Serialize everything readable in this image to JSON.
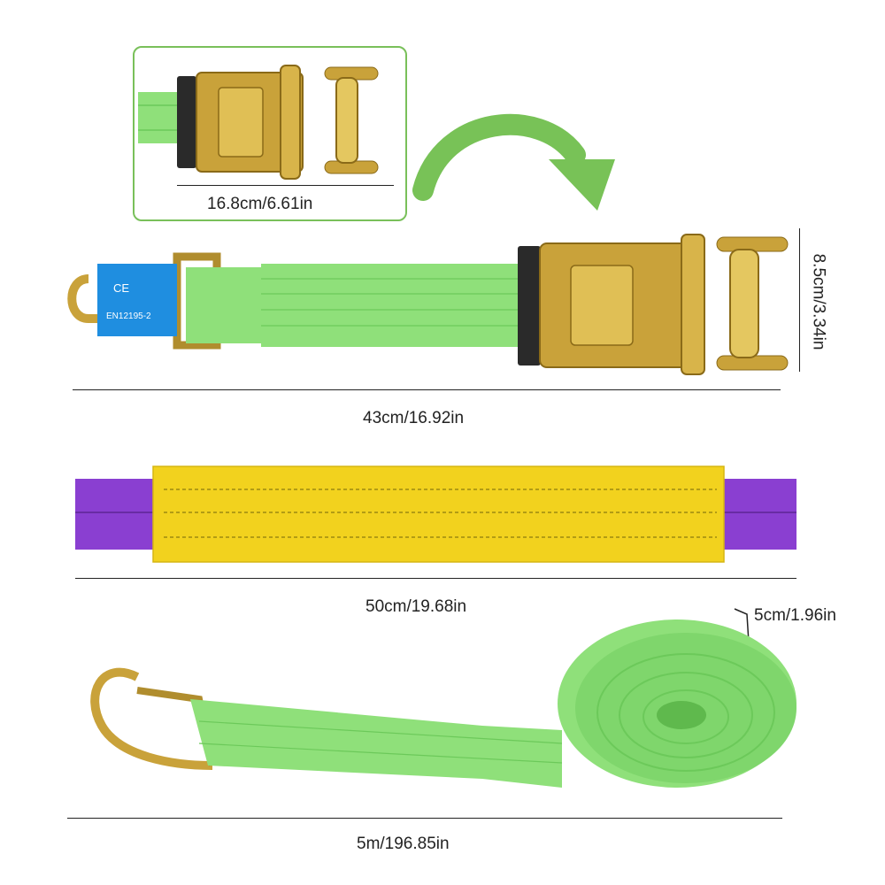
{
  "dimensions": {
    "ratchet_width": "16.8cm/6.61in",
    "ratchet_height": "8.5cm/3.34in",
    "short_strap_length": "43cm/16.92in",
    "sleeve_length": "50cm/19.68in",
    "webbing_width": "5cm/1.96in",
    "long_strap_length": "5m/196.85in"
  },
  "label_tag": {
    "mark": "CE",
    "standard": "EN12195-2"
  },
  "colors": {
    "webbing": "#8fe07a",
    "webbing_dark": "#6cc95a",
    "sleeve_yellow": "#f2d21e",
    "sleeve_purple": "#8a3fd1",
    "arrow": "#78c257",
    "metal": "#c9a23a",
    "tag_blue": "#1f8ee0"
  },
  "icons": [
    "ratchet-buckle-icon",
    "curved-arrow-icon",
    "hook-icon",
    "strap-roll-icon"
  ]
}
